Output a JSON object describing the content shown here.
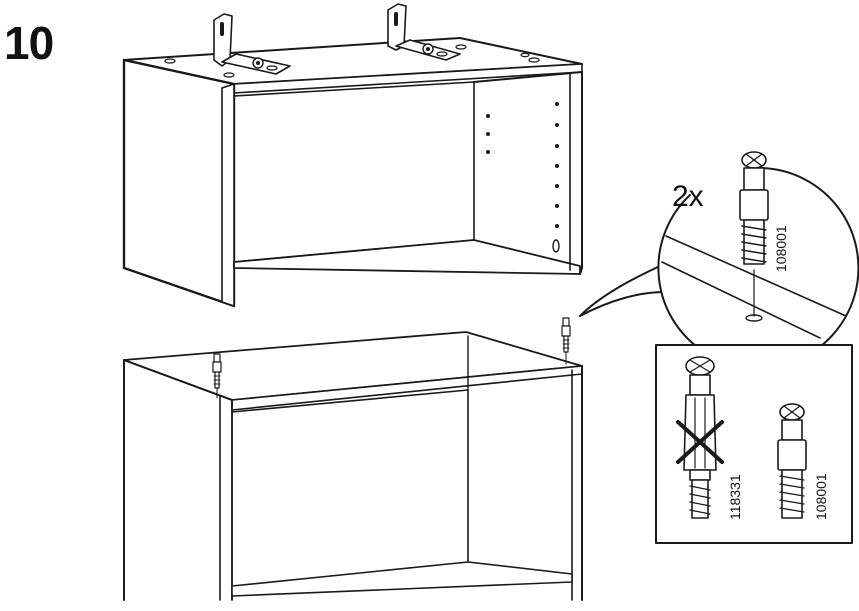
{
  "step": {
    "number": "10"
  },
  "callout": {
    "quantity": "2x",
    "part_number": "108001"
  },
  "comparison": {
    "wrong_part_number": "118331",
    "right_part_number": "108001"
  }
}
